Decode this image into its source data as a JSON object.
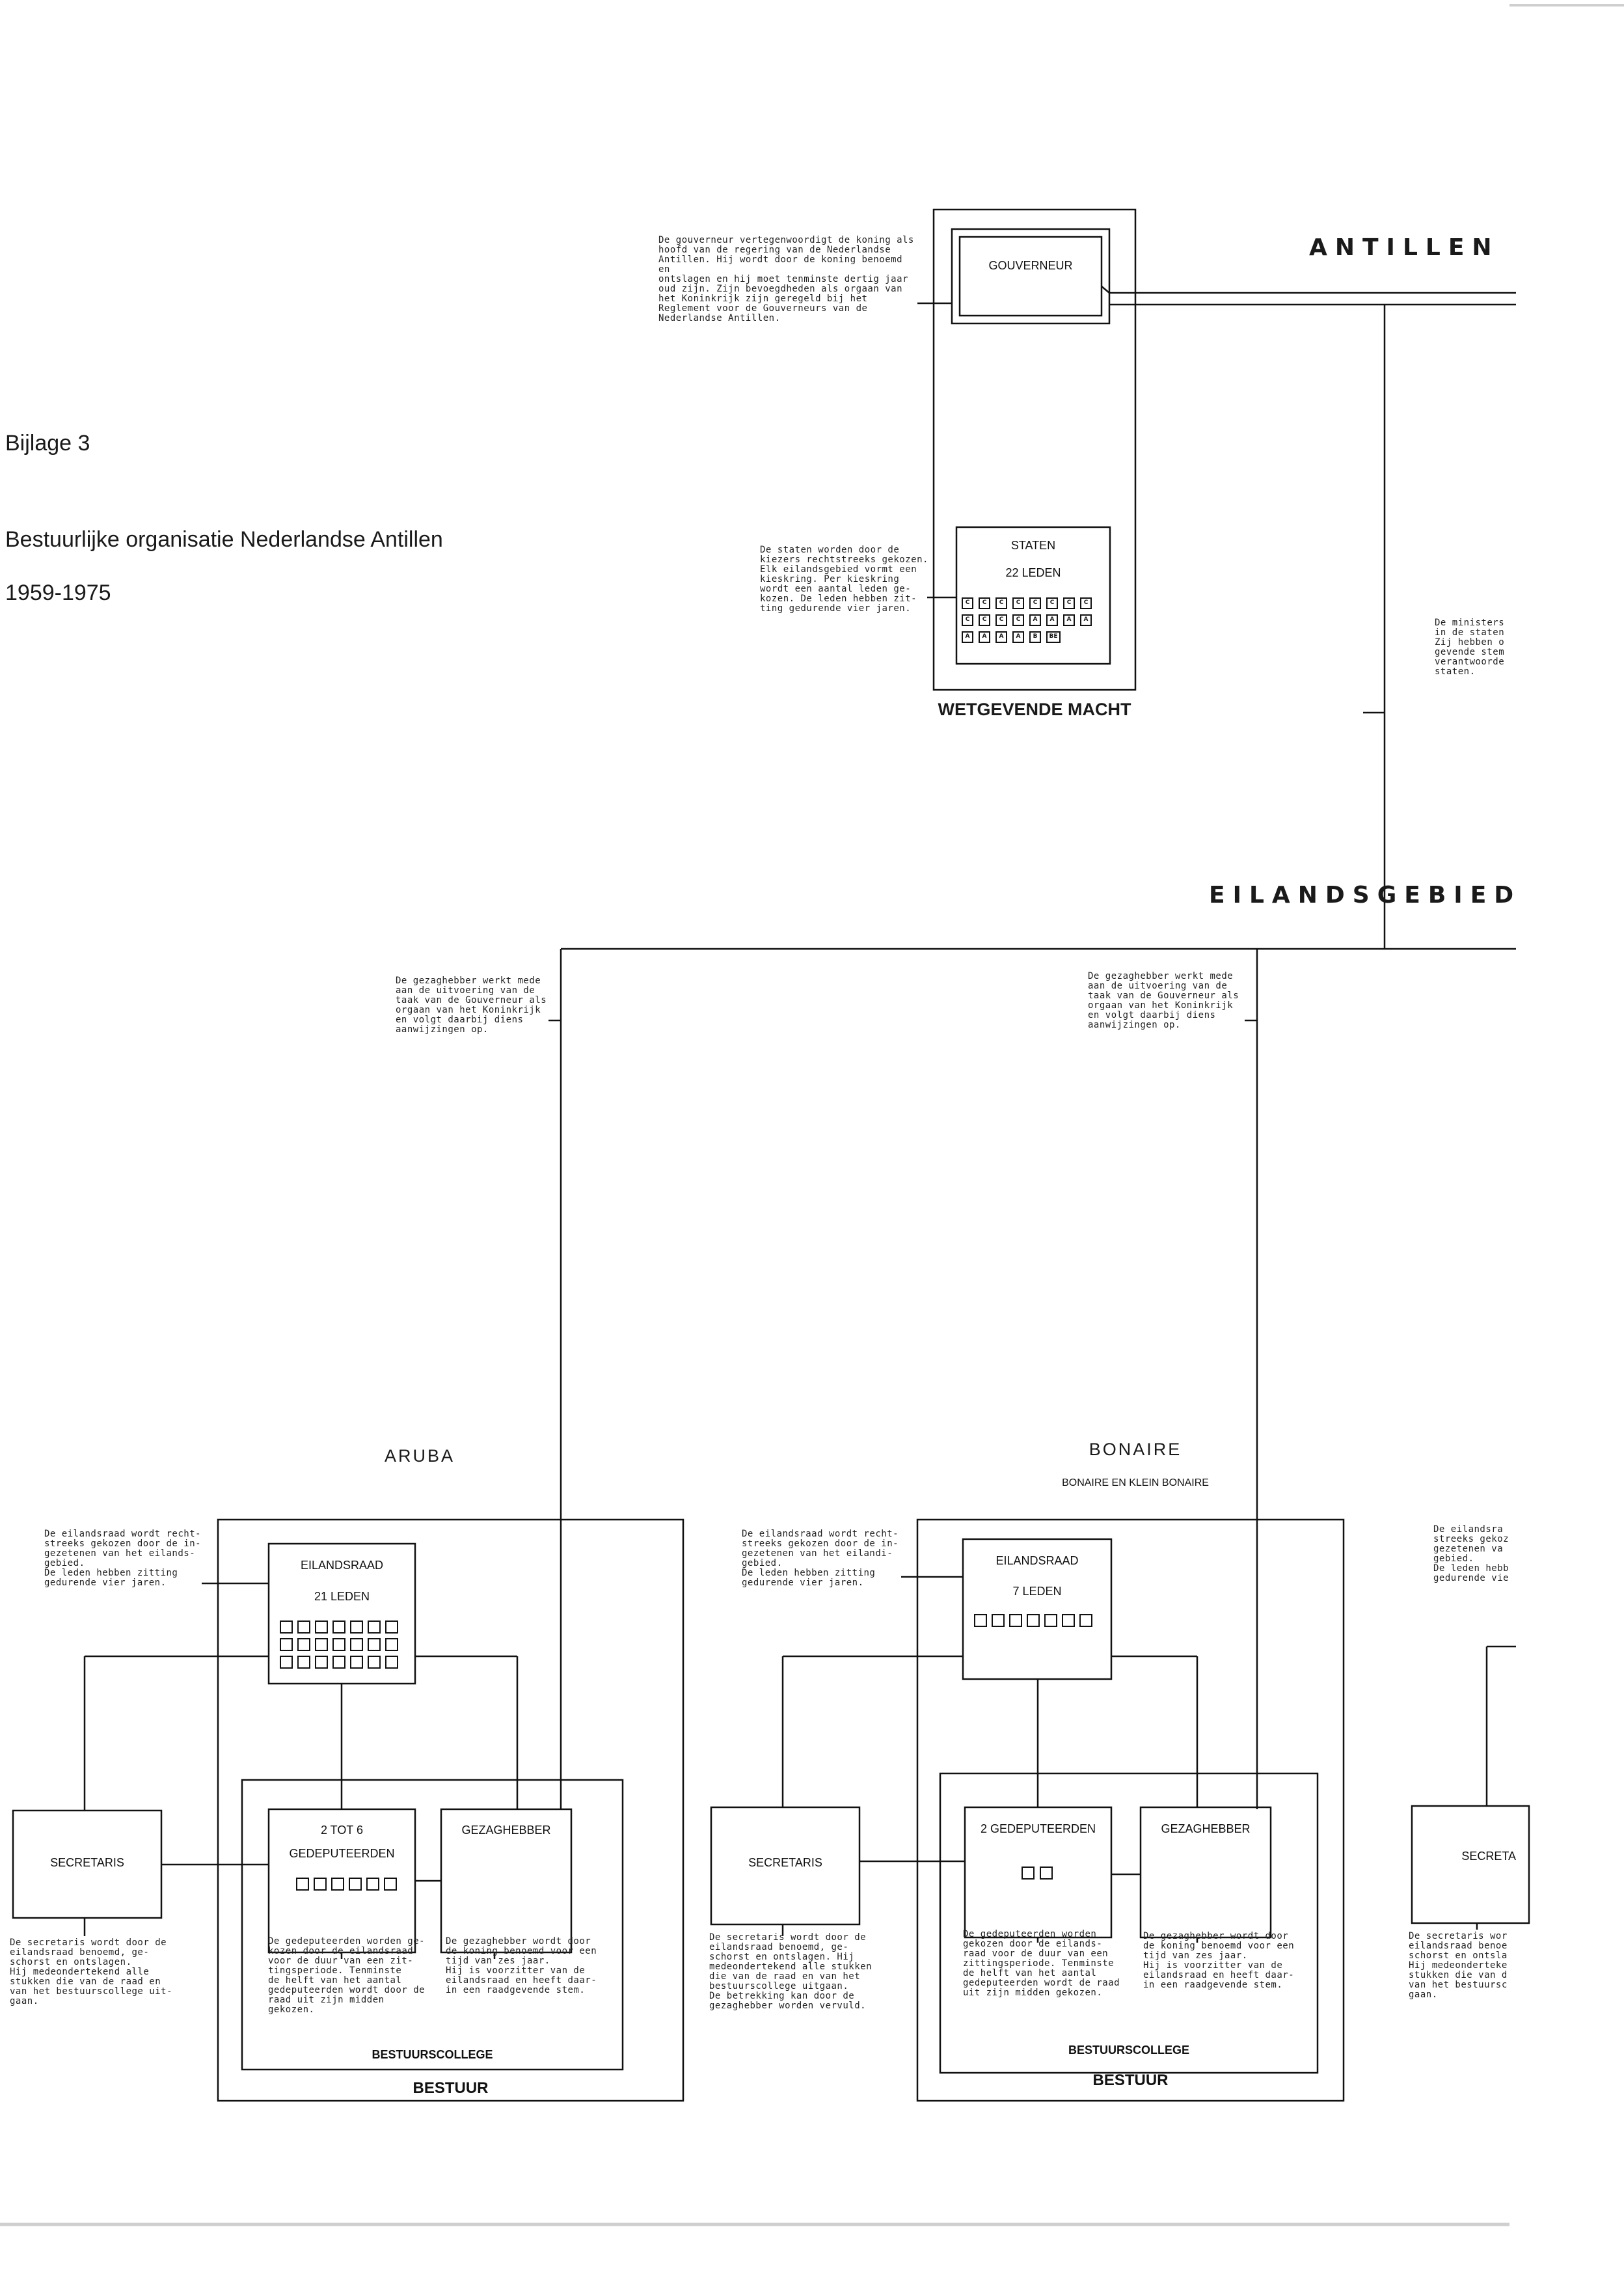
{
  "header": {
    "appendix": "Bijlage 3",
    "title": "Bestuurlijke organisatie Nederlandse Antillen",
    "period": "1959-1975"
  },
  "sections": {
    "antillen": "ANTILLEN",
    "eilandsgebied": "EILANDSGEBIED"
  },
  "legislature": {
    "caption": "WETGEVENDE MACHT",
    "staten_title": "STATEN",
    "staten_members": "22 LEDEN",
    "seats_row1": [
      "C",
      "C",
      "C",
      "C",
      "C",
      "C",
      "C",
      "C"
    ],
    "seats_row2": [
      "C",
      "C",
      "C",
      "C",
      "A",
      "A",
      "A",
      "A"
    ],
    "seats_row3": [
      "A",
      "A",
      "A",
      "A",
      "B",
      "BE"
    ]
  },
  "governor": {
    "label": "GOUVERNEUR"
  },
  "notes": {
    "governor": "De gouverneur vertegenwoordigt de koning als\nhoofd van de regering van de Nederlandse\nAntillen. Hij wordt door de koning benoemd en\nontslagen en hij moet tenminste dertig jaar\noud zijn. Zijn bevoegdheden als orgaan van\nhet Koninkrijk zijn geregeld bij het\nReglement voor de Gouverneurs van de\nNederlandse Antillen.",
    "staten": "De staten worden door de\nkiezers rechtstreeks gekozen.\nElk eilandsgebied vormt een\nkieskring. Per kieskring\nwordt een aantal leden ge-\nkozen. De leden hebben zit-\nting gedurende vier jaren.",
    "ministers": "De ministers\nin de staten\nZij hebben o\ngevende stem\nverantwoorde\nstaten.",
    "gezaghebber_aruba": "De gezaghebber werkt mede\naan de uitvoering van de\ntaak van de Gouverneur als\norgaan van het Koninkrijk\nen volgt daarbij diens\naanwijzingen op.",
    "gezaghebber_bonaire": "De gezaghebber werkt mede\naan de uitvoering van de\ntaak van de Gouverneur als\norgaan van het Koninkrijk\nen volgt daarbij diens\naanwijzingen op.",
    "third_island_council": "De eilandsra\nstreeks gekoz\ngezetenen va\ngebied.\nDe leden hebb\ngedurende vie",
    "third_island_secretary": "De secretaris wor\neilandsraad benoe\nschorst en ontsla\nHij medeondertekе\nstukken die van d\nvan het bestuursc\ngaan."
  },
  "aruba": {
    "name": "ARUBA",
    "council_note": "De eilandsraad wordt recht-\nstreeks gekozen door de in-\ngezetenen van het eilands-\ngebied.\nDe leden hebben zitting\ngedurende vier jaren.",
    "council_title": "EILANDSRAAD",
    "council_members": "21 LEDEN",
    "council_seats": 21,
    "deputies_title": "2 TOT 6",
    "deputies_subtitle": "GEDEPUTEERDEN",
    "deputies_seats": 6,
    "gezaghebber": "GEZAGHEBBER",
    "secretaris": "SECRETARIS",
    "secretaris_note": "De secretaris wordt door de\neilandsraad benoemd, ge-\nschorst en ontslagen.\nHij medeondertekend alle\nstukken die van de raad en\nvan het bestuurscollege uit-\ngaan.",
    "deputies_note": "De gedeputeerden worden ge-\nkozen door de eilandsraad\nvoor de duur van een zit-\ntingsperiode. Tenminste\nde helft van het aantal\ngedeputeerden wordt door de\nraad uit zijn midden\ngekozen.",
    "gezaghebber_note": "De gezaghebber wordt door\nde koning benoemd voor een\ntijd van zes jaar.\nHij is voorzitter van de\neilandsraad en heeft daar-\nin een raadgevende stem.",
    "college": "BESTUURSCOLLEGE",
    "bestuur": "BESTUUR"
  },
  "bonaire": {
    "name": "BONAIRE",
    "subtitle": "BONAIRE EN KLEIN BONAIRE",
    "council_note": "De eilandsraad wordt recht-\nstreeks gekozen door de in-\ngezetenen van het eilandi-\ngebied.\nDe leden hebben zitting\ngedurende vier jaren.",
    "council_title": "EILANDSRAAD",
    "council_members": "7 LEDEN",
    "council_seats": 7,
    "deputies_title": "2 GEDEPUTEERDEN",
    "deputies_seats": 2,
    "gezaghebber": "GEZAGHEBBER",
    "secretaris": "SECRETARIS",
    "secretaris_note": "De secretaris wordt door de\neilandsraad benoemd, ge-\nschorst en ontslagen. Hij\nmedeondertekend alle stukken\ndie van de raad en van het\nbestuurscollege uitgaan.\nDe betrekking kan door de\ngezaghebber worden vervuld.",
    "deputies_note": "De gedeputeerden worden\ngekozen door de eilands-\nraad voor de duur van een\nzittingsperiode. Tenminste\nde helft van het aantal\ngedeputeerden wordt de raad\nuit zijn midden gekozen.",
    "gezaghebber_note": "De gezaghebber wordt door\nde koning benoemd voor een\ntijd van zes jaar.\nHij is voorzitter van de\neilandsraad en heeft daar-\nin een raadgevende stem.",
    "college": "BESTUURSCOLLEGE",
    "bestuur": "BESTUUR"
  },
  "third_island": {
    "secretaris": "SECRETA"
  }
}
